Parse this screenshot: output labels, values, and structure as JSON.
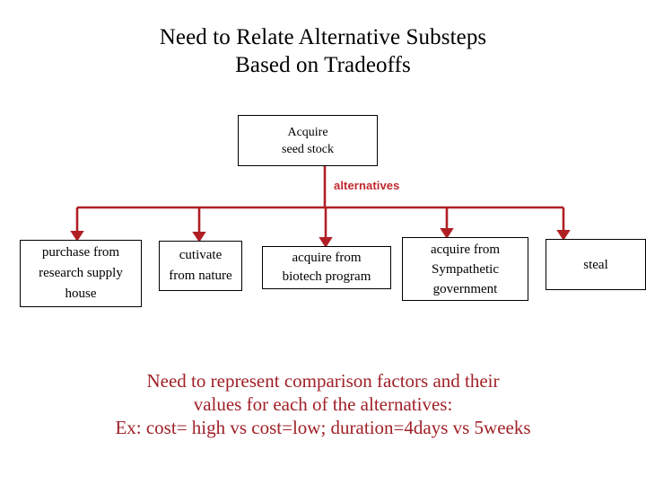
{
  "slide": {
    "background_color": "#FFFFFF",
    "title": {
      "line1": "Need to Relate Alternative Substeps",
      "line2": "Based on Tradeoffs"
    },
    "root_node": {
      "line1": "Acquire",
      "line2": "seed stock"
    },
    "edge_label": "alternatives",
    "alternatives": [
      {
        "line1": "purchase from",
        "line2": "research supply",
        "line3": "house"
      },
      {
        "line1": "cutivate",
        "line2": "from nature",
        "line3": ""
      },
      {
        "line1": "acquire from",
        "line2": "biotech program",
        "line3": ""
      },
      {
        "line1": "acquire from",
        "line2": "Sympathetic",
        "line3": "government"
      },
      {
        "line1": "steal",
        "line2": "",
        "line3": ""
      }
    ],
    "footnote": {
      "line1": "Need to represent comparison factors and their",
      "line2": "values for each of the alternatives:",
      "line3": "Ex: cost= high vs cost=low; duration=4days vs 5weeks"
    },
    "colors": {
      "connector_red": "#B01F24",
      "label_red": "#C0282D",
      "footnote_red": "#A02128",
      "box_border": "#000000",
      "text_black": "#000000"
    }
  }
}
